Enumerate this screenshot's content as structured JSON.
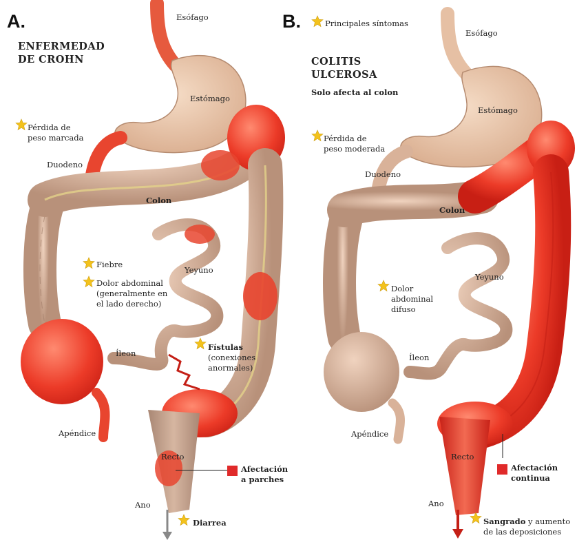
{
  "panelA": {
    "letter": "A.",
    "title_line1": "ENFERMEDAD",
    "title_line2": "DE CROHN",
    "labels": {
      "esofago": "Esófago",
      "estomago": "Estómago",
      "duodeno": "Duodeno",
      "colon": "Colon",
      "yeyuno": "Yeyuno",
      "ileon": "Íleon",
      "apendice": "Apéndice",
      "recto": "Recto",
      "ano": "Ano"
    },
    "symptoms": {
      "peso_1": "Pérdida de",
      "peso_2": "peso marcada",
      "fiebre": "Fiebre",
      "dolor_1": "Dolor abdominal",
      "dolor_2": "(generalmente en",
      "dolor_3": "el lado derecho)",
      "fistulas_1": "Fístulas",
      "fistulas_2": "(conexiones",
      "fistulas_3": "anormales)",
      "diarrea": "Diarrea"
    },
    "legend_1": "Afectación",
    "legend_2": "a parches"
  },
  "panelB": {
    "letter": "B.",
    "key_label": "Principales síntomas",
    "title_line1": "COLITIS",
    "title_line2": "ULCEROSA",
    "subtitle": "Solo afecta al colon",
    "labels": {
      "esofago": "Esófago",
      "estomago": "Estómago",
      "duodeno": "Duodeno",
      "colon": "Colon",
      "yeyuno": "Yeyuno",
      "ileon": "Íleon",
      "apendice": "Apéndice",
      "recto": "Recto",
      "ano": "Ano"
    },
    "symptoms": {
      "peso_1": "Pérdida de",
      "peso_2": "peso moderada",
      "dolor_1": "Dolor",
      "dolor_2": "abdominal",
      "dolor_3": "difuso",
      "sangrado_bold": "Sangrado",
      "sangrado_rest": " y aumento",
      "sangrado_2": "de las deposiciones"
    },
    "legend_1": "Afectación",
    "legend_2": "continua"
  },
  "colors": {
    "tissue": "#d9b299",
    "tissue_dark": "#b38a72",
    "inflamed": "#e8392a",
    "inflamed_dark": "#c41f16",
    "star": "#f3c21c",
    "stomach": "#e8c2a4"
  }
}
